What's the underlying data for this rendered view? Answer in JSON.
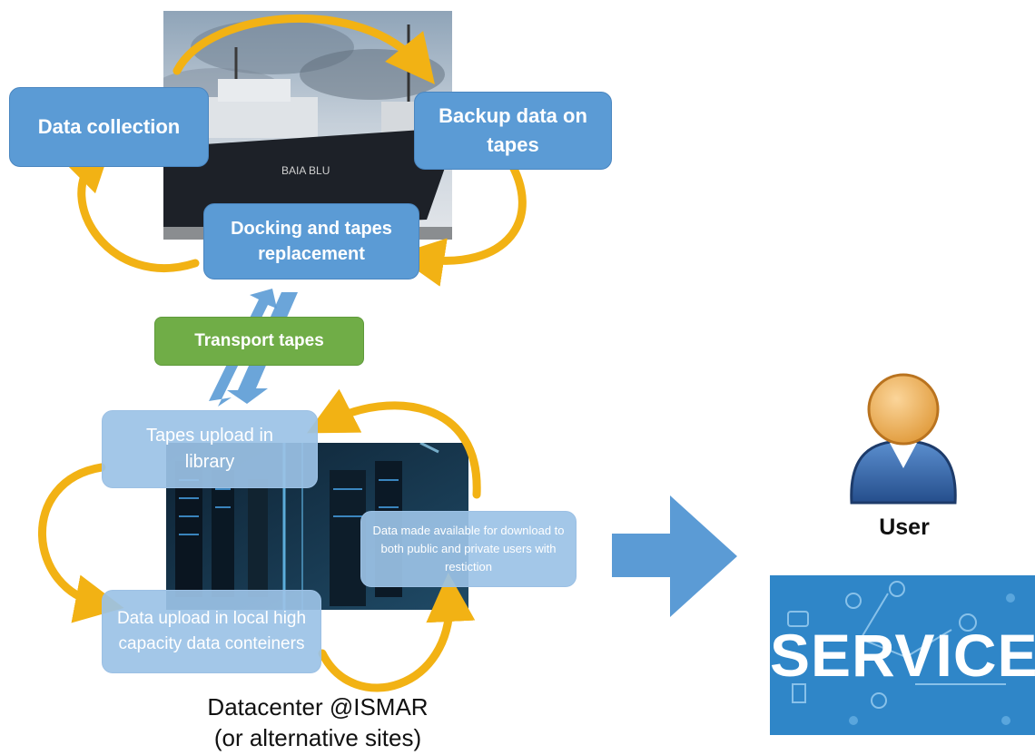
{
  "ship_stage": {
    "data_collection": "Data collection",
    "backup": "Backup data on tapes",
    "docking": "Docking and tapes replacement",
    "ship_name": "BAIA BLU"
  },
  "transport": {
    "label": "Transport tapes"
  },
  "datacenter_stage": {
    "tapes_upload": "Tapes upload in library",
    "data_upload": "Data upload in local high capacity data conteiners",
    "data_available": "Data made available for download to both public and private users with restiction"
  },
  "datacenter_caption": {
    "line1": "Datacenter @ISMAR",
    "line2": "(or alternative sites)"
  },
  "user": {
    "label": "User"
  },
  "services": {
    "label": "SERVICES"
  },
  "colors": {
    "accent_blue": "#5b9bd5",
    "light_blue": "#9bc2e6",
    "green": "#70ad47",
    "arrow_gold": "#f2b214"
  }
}
